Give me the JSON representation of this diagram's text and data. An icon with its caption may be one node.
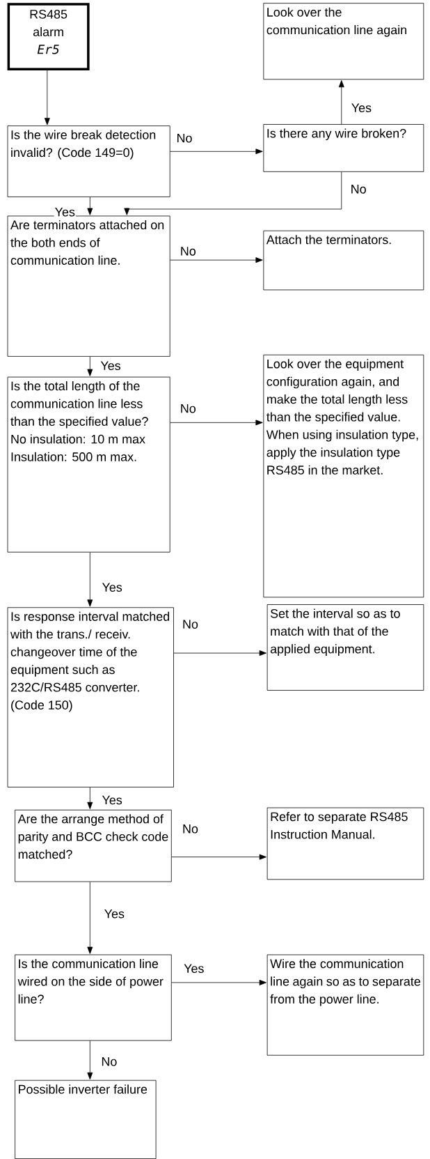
{
  "diagram": {
    "nodes": [
      {
        "text": [
          "RS485 alarm",
          "Er5"
        ]
      },
      {
        "text": [
          "Look over the communication line again"
        ]
      },
      {
        "text": [
          "Is the wire break detection invalid? (Code 149=0)"
        ]
      },
      {
        "text": [
          "Is there any wire broken?"
        ]
      },
      {
        "text": [
          "Are terminators attached on the both ends of communication line."
        ]
      },
      {
        "text": [
          "Attach the terminators."
        ]
      },
      {
        "text": [
          "Is the total length of the communication line less than the specified value? No insulation: 10 m max Insulation: 500 m max."
        ]
      },
      {
        "text": [
          "Look over the equipment configuration again, and make the total length less than the specified value. When using insulation type, apply the insulation type RS485 in the market."
        ]
      },
      {
        "text": [
          "Is response interval matched with the trans./ receiv. changeover time of the equipment such as 232C/RS485 converter. (Code 150)"
        ]
      },
      {
        "text": [
          "Set the interval so as to match with that of the applied equipment."
        ]
      },
      {
        "text": [
          "Are the arrange method of parity and BCC check code matched?"
        ]
      },
      {
        "text": [
          "Refer to separate RS485 Instruction Manual."
        ]
      },
      {
        "text": [
          "Is the communication line wired on the side of power line?"
        ]
      },
      {
        "text": [
          "Wire the communication line again so as to separate from the power line."
        ]
      },
      {
        "text": [
          "Possible inverter failure"
        ]
      }
    ],
    "edges": [
      {
        "from": 0,
        "to": 2,
        "arrow": "to"
      },
      {
        "from": 2,
        "to": 3,
        "arrow": "to",
        "label": "No"
      },
      {
        "from": 3,
        "to": 1,
        "arrow": "to",
        "label": "Yes"
      },
      {
        "from": 3,
        "to": 4,
        "arrow": "to",
        "label": "No"
      },
      {
        "from": 2,
        "to": 4,
        "arrow": "to",
        "label": "Yes"
      },
      {
        "from": 4,
        "to": 5,
        "arrow": "to",
        "label": "No"
      },
      {
        "from": 4,
        "to": 6,
        "arrow": "to",
        "label": "Yes"
      },
      {
        "from": 6,
        "to": 7,
        "arrow": "to",
        "label": "No"
      },
      {
        "from": 6,
        "to": 8,
        "arrow": "to",
        "label": "Yes"
      },
      {
        "from": 8,
        "to": 9,
        "arrow": "to",
        "label": "No"
      },
      {
        "from": 8,
        "to": 10,
        "arrow": "to",
        "label": "Yes"
      },
      {
        "from": 10,
        "to": 11,
        "arrow": "to",
        "label": "No"
      },
      {
        "from": 10,
        "to": 12,
        "arrow": "to",
        "label": "Yes"
      },
      {
        "from": 12,
        "to": 13,
        "arrow": "to",
        "label": "Yes"
      },
      {
        "from": 12,
        "to": 14,
        "arrow": "to",
        "label": "No"
      }
    ]
  }
}
